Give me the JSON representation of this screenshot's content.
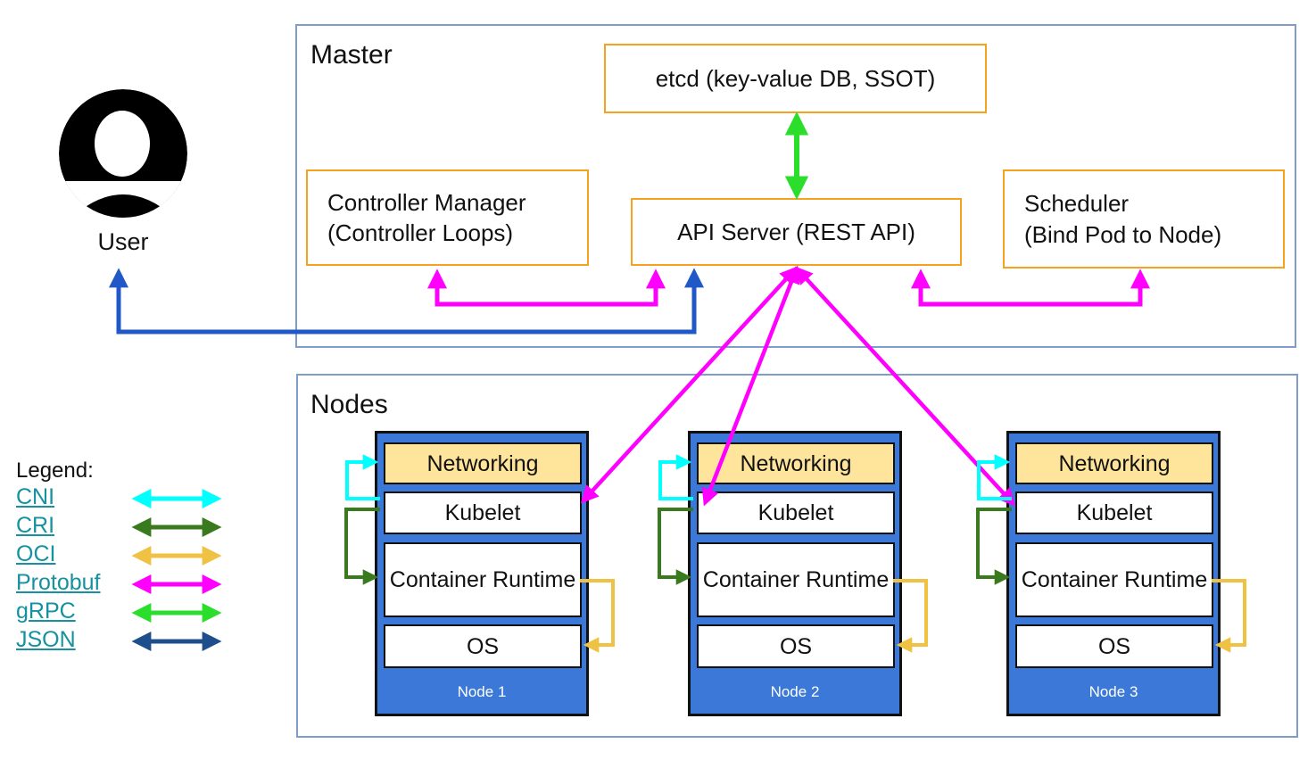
{
  "master": {
    "title": "Master",
    "etcd_label": "etcd (key-value DB, SSOT)",
    "controller_manager": {
      "line1": "Controller Manager",
      "line2": "(Controller Loops)"
    },
    "api_server_label": "API Server (REST API)",
    "scheduler": {
      "line1": "Scheduler",
      "line2": "(Bind Pod to Node)"
    }
  },
  "user_label": "User",
  "nodes_section": {
    "title": "Nodes",
    "nodes": [
      {
        "name": "Node 1",
        "layers": {
          "networking": "Networking",
          "kubelet": "Kubelet",
          "container_runtime": "Container Runtime",
          "os": "OS"
        }
      },
      {
        "name": "Node 2",
        "layers": {
          "networking": "Networking",
          "kubelet": "Kubelet",
          "container_runtime": "Container Runtime",
          "os": "OS"
        }
      },
      {
        "name": "Node 3",
        "layers": {
          "networking": "Networking",
          "kubelet": "Kubelet",
          "container_runtime": "Container Runtime",
          "os": "OS"
        }
      }
    ]
  },
  "legend": {
    "title": "Legend:",
    "items": [
      {
        "label": "CNI",
        "color_key": "cni_cyan",
        "color": "#00FFFF"
      },
      {
        "label": "CRI",
        "color_key": "cri_green",
        "color": "#3A7A1E"
      },
      {
        "label": "OCI",
        "color_key": "oci_gold",
        "color": "#F0C243"
      },
      {
        "label": "Protobuf",
        "color_key": "protobuf_magenta",
        "color": "#FF00FF"
      },
      {
        "label": "gRPC",
        "color_key": "grpc_green",
        "color": "#2CDE2C"
      },
      {
        "label": "JSON",
        "color_key": "json_navy",
        "color": "#1F4E8C"
      }
    ]
  },
  "colors": {
    "cni_cyan": "#00FFFF",
    "cri_green": "#3A7A1E",
    "oci_gold": "#F0C243",
    "protobuf_magenta": "#FF00FF",
    "grpc_green": "#2CDE2C",
    "json_navy": "#1F4E8C",
    "user_arrow_blue": "#2158C8",
    "box_border_orange": "#F6A21E",
    "section_border_blue": "#7E9DC8",
    "node_fill_blue": "#3C78D8",
    "networking_fill_yellow": "#FFE59B",
    "legend_link_teal": "#15919F"
  }
}
